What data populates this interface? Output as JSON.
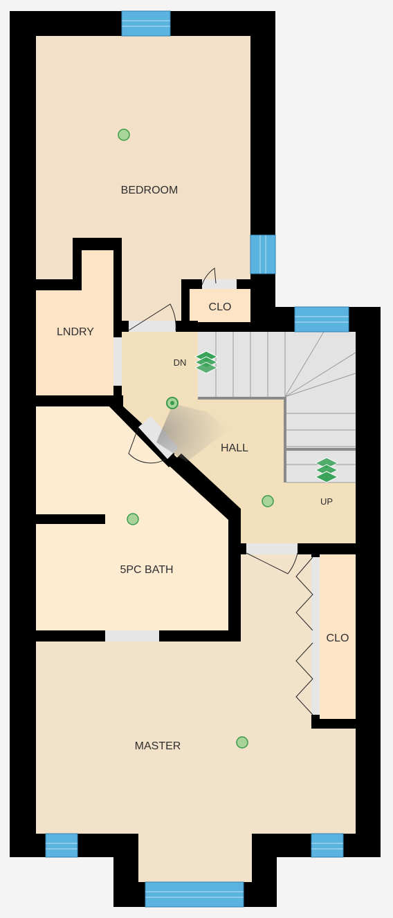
{
  "rooms": {
    "bedroom": "BEDROOM",
    "laundry": "LNDRY",
    "closet_top": "CLO",
    "hall": "HALL",
    "bath": "5PC BATH",
    "master": "MASTER",
    "closet_master": "CLO"
  },
  "stairs": {
    "down": "DN",
    "up": "UP"
  },
  "colors": {
    "wall": "#000000",
    "window": "#5bb4e0",
    "bedroom": "#f3e0c8",
    "laundry": "#fde4c7",
    "hall": "#f2dfbc",
    "bath": "#fdebd2",
    "master": "#f2e2ca",
    "stairs": "#e3e3e3",
    "marker": "#a8d49a",
    "marker_stroke": "#3a9a4a",
    "stack_icon": "#3aa35a"
  }
}
